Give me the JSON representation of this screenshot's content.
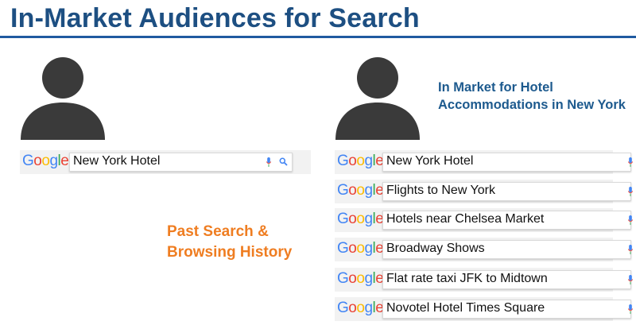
{
  "title": "In-Market Audiences for Search",
  "inmarket_label": "In Market for Hotel Accommodations in New York",
  "past_label": "Past Search & Browsing History",
  "logo_text": "Google",
  "left_searches": [
    {
      "query": "New York Hotel"
    }
  ],
  "right_searches": [
    {
      "query": "New York Hotel"
    },
    {
      "query": "Flights to New York"
    },
    {
      "query": "Hotels near Chelsea Market"
    },
    {
      "query": "Broadway Shows"
    },
    {
      "query": "Flat rate taxi JFK to Midtown"
    },
    {
      "query": "Novotel Hotel Times Square"
    }
  ],
  "colors": {
    "title": "#1d4f82",
    "accent_orange": "#ef7d21",
    "inmarket_blue": "#1d5a8e",
    "avatar": "#3a3a3a"
  },
  "icons": [
    "person-silhouette-icon",
    "microphone-icon",
    "search-icon"
  ]
}
